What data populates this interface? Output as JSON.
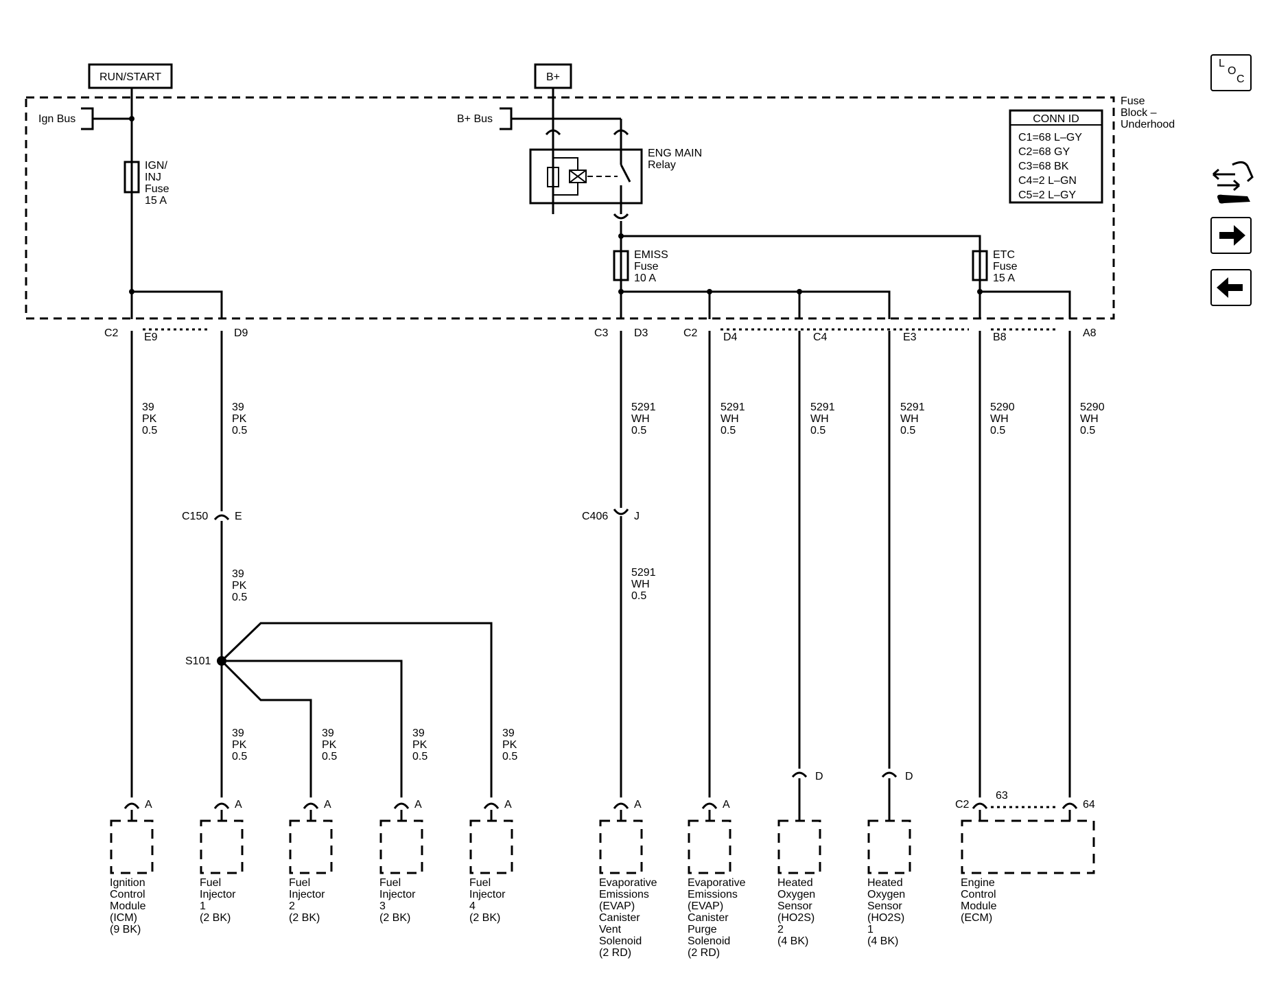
{
  "supply": {
    "run_start": "RUN/START",
    "bplus": "B+"
  },
  "fuse_block": {
    "label": [
      "Fuse",
      "Block –",
      "Underhood"
    ],
    "ign_bus": "Ign Bus",
    "bplus_bus": "B+ Bus",
    "ign_fuse": [
      "IGN/",
      "INJ",
      "Fuse",
      "15 A"
    ],
    "relay": [
      "ENG MAIN",
      "Relay"
    ],
    "emiss_fuse": [
      "EMISS",
      "Fuse",
      "10 A"
    ],
    "etc_fuse": [
      "ETC",
      "Fuse",
      "15 A"
    ]
  },
  "conn_id": {
    "title": "CONN ID",
    "rows": [
      "C1=68 L–GY",
      "C2=68 GY",
      "C3=68 BK",
      "C4=2 L–GN",
      "C5=2 L–GY"
    ]
  },
  "pins": {
    "c2": "C2",
    "e9": "E9",
    "d9": "D9",
    "c3": "C3",
    "d3": "D3",
    "c2b": "C2",
    "d4": "D4",
    "c4": "C4",
    "e3": "E3",
    "b8": "B8",
    "a8": "A8"
  },
  "inline": {
    "c150": "C150",
    "c150_pin": "E",
    "c406": "C406",
    "c406_pin": "J",
    "s101": "S101"
  },
  "wires": {
    "w39": [
      "39",
      "PK",
      "0.5"
    ],
    "w5291": [
      "5291",
      "WH",
      "0.5"
    ],
    "w5290": [
      "5290",
      "WH",
      "0.5"
    ]
  },
  "component_pins": {
    "a": "A",
    "d": "D",
    "ecm_conn": "C2",
    "ecm_63": "63",
    "ecm_64": "64"
  },
  "components": {
    "icm": [
      "Ignition",
      "Control",
      "Module",
      "(ICM)",
      "(9 BK)"
    ],
    "inj1": [
      "Fuel",
      "Injector",
      "1",
      "(2 BK)"
    ],
    "inj2": [
      "Fuel",
      "Injector",
      "2",
      "(2 BK)"
    ],
    "inj3": [
      "Fuel",
      "Injector",
      "3",
      "(2 BK)"
    ],
    "inj4": [
      "Fuel",
      "Injector",
      "4",
      "(2 BK)"
    ],
    "evap_vent": [
      "Evaporative",
      "Emissions",
      "(EVAP)",
      "Canister",
      "Vent",
      "Solenoid",
      "(2 RD)"
    ],
    "evap_purge": [
      "Evaporative",
      "Emissions",
      "(EVAP)",
      "Canister",
      "Purge",
      "Solenoid",
      "(2 RD)"
    ],
    "ho2s2": [
      "Heated",
      "Oxygen",
      "Sensor",
      "(HO2S)",
      "2",
      "(4 BK)"
    ],
    "ho2s1": [
      "Heated",
      "Oxygen",
      "Sensor",
      "(HO2S)",
      "1",
      "(4 BK)"
    ],
    "ecm": [
      "Engine",
      "Control",
      "Module",
      "(ECM)"
    ]
  },
  "nav": {
    "loc_letters": [
      "L",
      "O",
      "C"
    ]
  }
}
